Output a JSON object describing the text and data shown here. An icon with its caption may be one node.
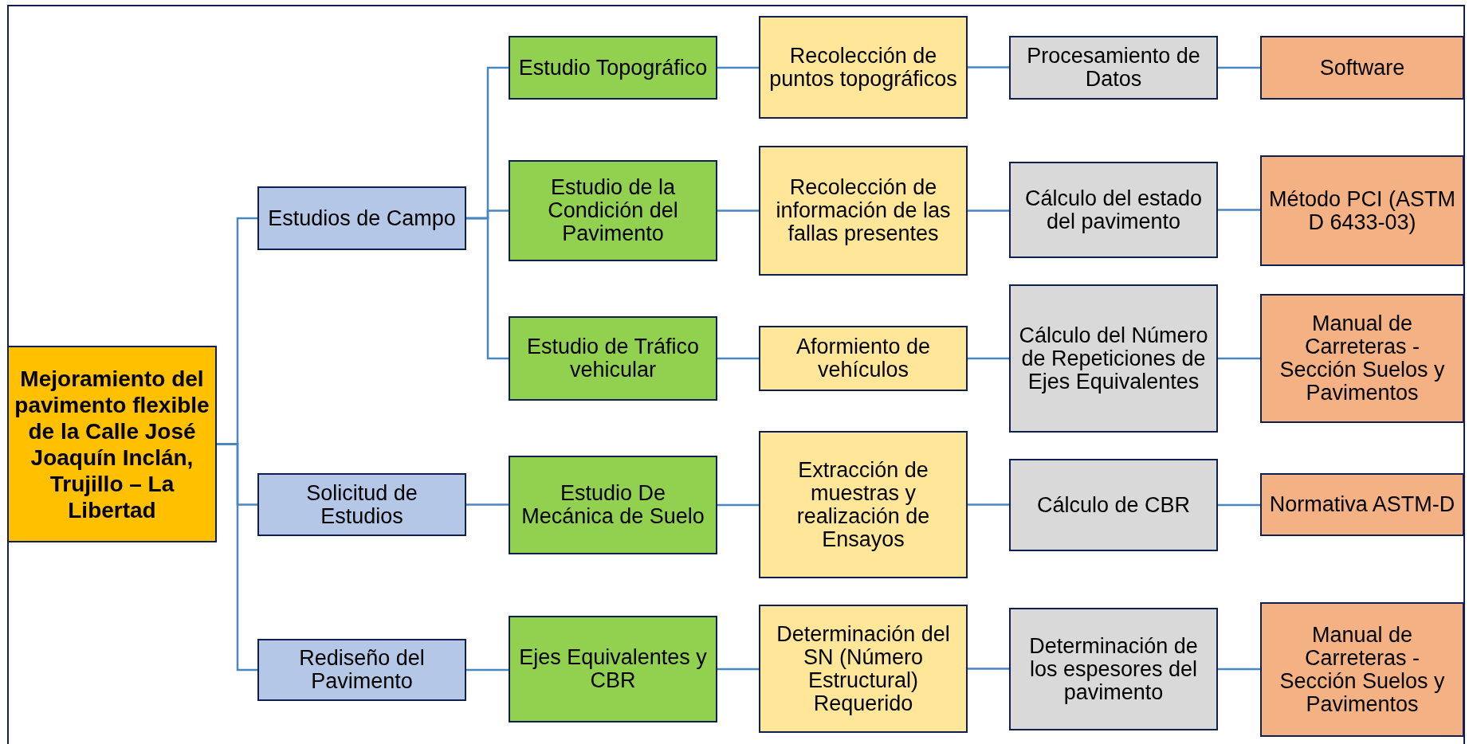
{
  "diagram": {
    "nodes": [
      {
        "text": [
          "Mejoramiento del pavimento flexible de la Calle José Joaquín Inclán, Trujillo – La Libertad"
        ]
      },
      {
        "text": [
          "Estudios de Campo"
        ]
      },
      {
        "text": [
          "Estudio Topográfico"
        ]
      },
      {
        "text": [
          "Recolección de puntos topográficos"
        ]
      },
      {
        "text": [
          "Procesamiento de Datos"
        ]
      },
      {
        "text": [
          "Software"
        ]
      },
      {
        "text": [
          "Estudio de la Condición del Pavimento"
        ]
      },
      {
        "text": [
          "Recolección de información de las fallas presentes"
        ]
      },
      {
        "text": [
          "Cálculo del estado del pavimento"
        ]
      },
      {
        "text": [
          "Método PCI (ASTM D 6433-03)"
        ]
      },
      {
        "text": [
          "Estudio de Tráfico vehicular"
        ]
      },
      {
        "text": [
          "Aformiento de vehículos"
        ]
      },
      {
        "text": [
          "Cálculo del Número de Repeticiones de Ejes Equivalentes"
        ]
      },
      {
        "text": [
          "Manual de Carreteras - Sección Suelos y Pavimentos"
        ]
      },
      {
        "text": [
          "Solicitud de Estudios"
        ]
      },
      {
        "text": [
          "Estudio De Mecánica de Suelo"
        ]
      },
      {
        "text": [
          "Extracción de muestras y realización de Ensayos"
        ]
      },
      {
        "text": [
          "Cálculo de CBR"
        ]
      },
      {
        "text": [
          "Normativa ASTM-D"
        ]
      },
      {
        "text": [
          "Rediseño del Pavimento"
        ]
      },
      {
        "text": [
          "Ejes Equivalentes y CBR"
        ]
      },
      {
        "text": [
          "Determinación del SN (Número Estructural) Requerido"
        ]
      },
      {
        "text": [
          "Determinación de los espesores del pavimento"
        ]
      },
      {
        "text": [
          "Manual de Carreteras - Sección Suelos y Pavimentos"
        ]
      }
    ],
    "edges": [
      {
        "from": 0,
        "to": 1,
        "arrow": "none"
      },
      {
        "from": 0,
        "to": 14,
        "arrow": "none"
      },
      {
        "from": 0,
        "to": 19,
        "arrow": "none"
      },
      {
        "from": 1,
        "to": 2,
        "arrow": "none"
      },
      {
        "from": 1,
        "to": 6,
        "arrow": "none"
      },
      {
        "from": 1,
        "to": 10,
        "arrow": "none"
      },
      {
        "from": 2,
        "to": 3,
        "arrow": "none"
      },
      {
        "from": 3,
        "to": 4,
        "arrow": "none"
      },
      {
        "from": 4,
        "to": 5,
        "arrow": "none"
      },
      {
        "from": 6,
        "to": 7,
        "arrow": "none"
      },
      {
        "from": 7,
        "to": 8,
        "arrow": "none"
      },
      {
        "from": 8,
        "to": 9,
        "arrow": "none"
      },
      {
        "from": 10,
        "to": 11,
        "arrow": "none"
      },
      {
        "from": 11,
        "to": 12,
        "arrow": "none"
      },
      {
        "from": 12,
        "to": 13,
        "arrow": "none"
      },
      {
        "from": 14,
        "to": 15,
        "arrow": "none"
      },
      {
        "from": 15,
        "to": 16,
        "arrow": "none"
      },
      {
        "from": 16,
        "to": 17,
        "arrow": "none"
      },
      {
        "from": 17,
        "to": 18,
        "arrow": "none"
      },
      {
        "from": 19,
        "to": 20,
        "arrow": "none"
      },
      {
        "from": 20,
        "to": 21,
        "arrow": "none"
      },
      {
        "from": 21,
        "to": 22,
        "arrow": "none"
      },
      {
        "from": 22,
        "to": 23,
        "arrow": "none"
      }
    ]
  }
}
